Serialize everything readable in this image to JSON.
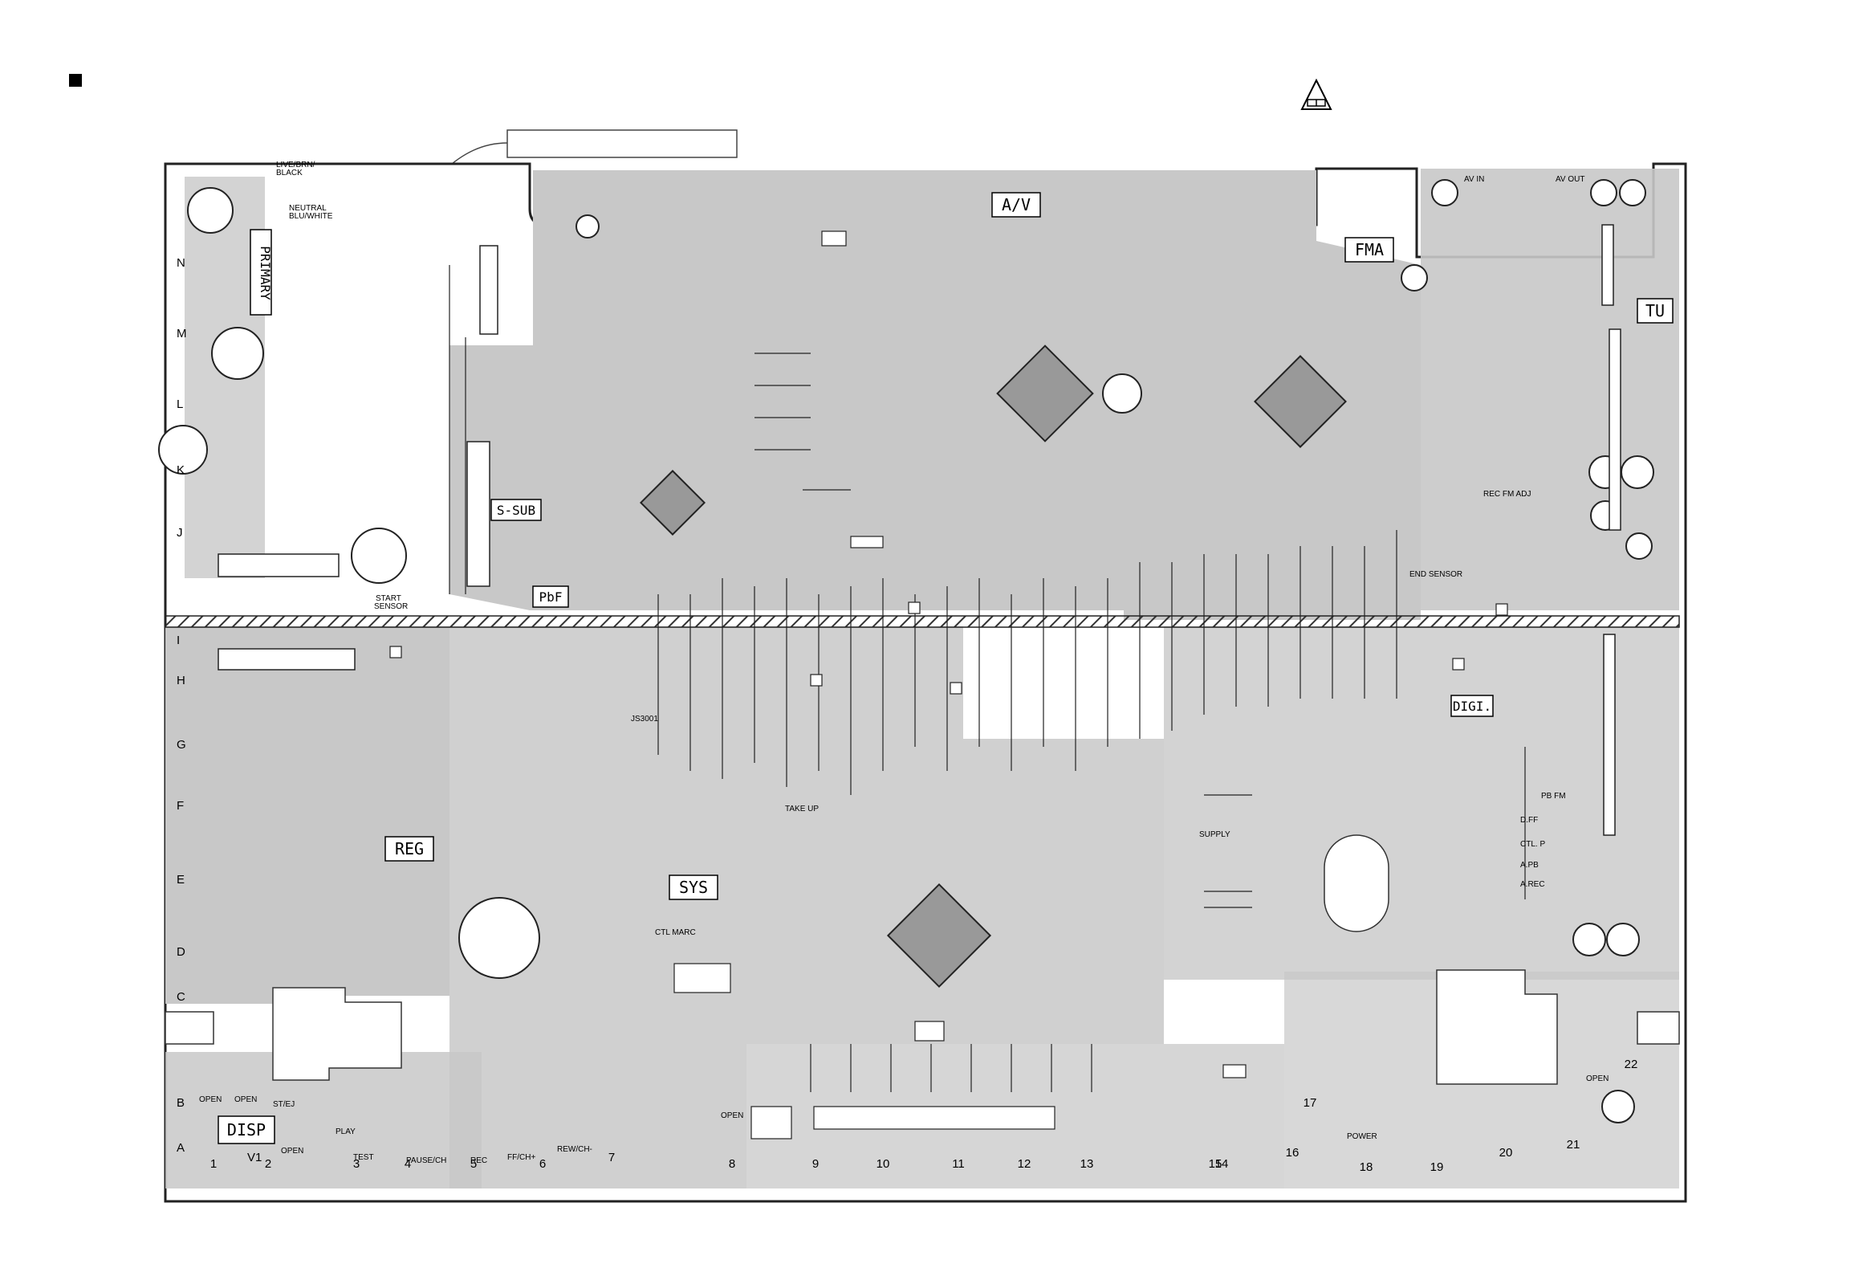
{
  "board": {
    "labels": {
      "live": "LIVE/BRN/",
      "black": "BLACK",
      "neutral": "NEUTRAL",
      "neutral_color": "BLU/WHITE",
      "primary": "PRIMARY",
      "start_sensor": "START",
      "start_sensor2": "SENSOR",
      "ssub": "S-SUB",
      "pbf": "PbF",
      "av": "A/V",
      "fma": "FMA",
      "tu": "TU",
      "av_in": "AV IN",
      "av_out": "AV OUT",
      "rec_fm_adj": "REC FM ADJ",
      "end_sensor": "END SENSOR",
      "digi": "DIGI.",
      "reg": "REG",
      "sys": "SYS",
      "disp": "DISP",
      "js3001": "JS3001",
      "take_up": "TAKE UP",
      "supply": "SUPPLY",
      "pb_fm": "PB FM",
      "dff": "D.FF",
      "ctl_p": "CTL. P",
      "a_pb": "A.PB",
      "a_rec": "A.REC",
      "ctl_marc": "CTL MARC",
      "power": "POWER",
      "open": "OPEN",
      "st_ej": "ST/EJ",
      "play": "PLAY",
      "test": "TEST",
      "pause_ch": "PAUSE/CH",
      "rec": "REC",
      "ff_ch": "FF/CH+",
      "rew_ch": "REW/CH-"
    },
    "row_letters": [
      "N",
      "M",
      "L",
      "K",
      "J",
      "I",
      "H",
      "G",
      "F",
      "E",
      "D",
      "C",
      "B",
      "A"
    ],
    "col_numbers": [
      "1",
      "2",
      "3",
      "4",
      "5",
      "6",
      "7",
      "8",
      "9",
      "10",
      "11",
      "12",
      "13",
      "14",
      "15",
      "16",
      "17",
      "18",
      "19",
      "20",
      "21",
      "22"
    ],
    "v1": "V1"
  }
}
